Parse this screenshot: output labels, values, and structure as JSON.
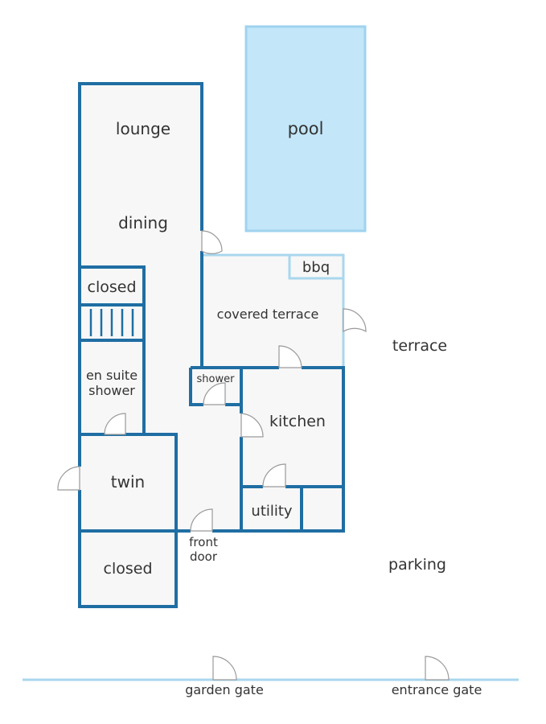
{
  "colors": {
    "wall": "#1f6ea3",
    "light_wall": "#a9d7ee",
    "pool_fill": "#c3e6f8",
    "pool_stroke": "#9fd3ef",
    "floor": "#f7f7f7",
    "door": "#9a9a9a",
    "text": "#333333"
  },
  "rooms": {
    "lounge": "lounge",
    "dining": "dining",
    "pool": "pool",
    "bbq": "bbq",
    "covered_terrace": "covered terrace",
    "terrace": "terrace",
    "closed_top": "closed",
    "en_suite_1": "en suite",
    "en_suite_2": "shower",
    "shower": "shower",
    "kitchen": "kitchen",
    "twin": "twin",
    "utility": "utility",
    "front_door_1": "front",
    "front_door_2": "door",
    "closed_bottom": "closed",
    "parking": "parking",
    "garden_gate": "garden gate",
    "entrance_gate": "entrance gate"
  }
}
